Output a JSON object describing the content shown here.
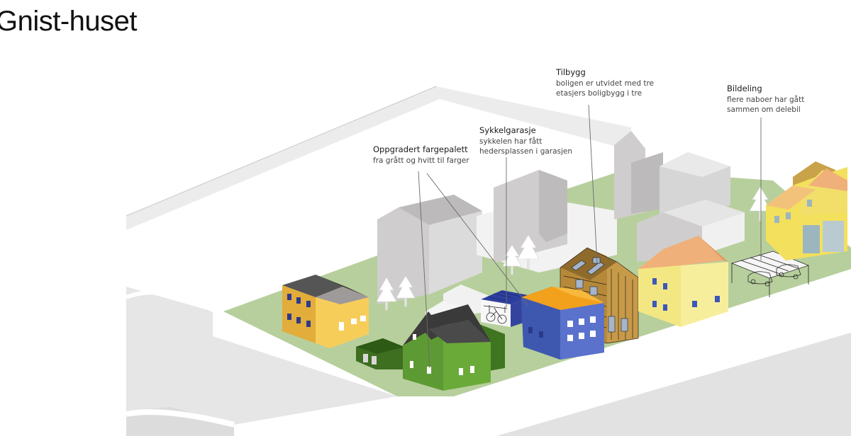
{
  "title": "Gnist-huset",
  "annotations": {
    "fargepalett": {
      "title": "Oppgradert fargepalett",
      "desc": [
        "fra grått og hvitt til farger"
      ]
    },
    "sykkelgarasje": {
      "title": "Sykkelgarasje",
      "desc": [
        "sykkelen har fått",
        "hedersplassen i garasjen"
      ]
    },
    "tilbygg": {
      "title": "Tilbygg",
      "desc": [
        "boligen er utvidet med tre",
        "etasjers boligbygg i tre"
      ]
    },
    "bildeling": {
      "title": "Bildeling",
      "desc": [
        "flere naboer har gått",
        "sammen om delebil"
      ]
    }
  },
  "colors": {
    "road": "#e5e5e5",
    "grass": "#b7cf9c",
    "grey_building": "#cfcdcd",
    "grey_shade": "#b9b7b7",
    "ochre_house": "#e2ad3a",
    "green_house": "#4f8a2a",
    "blue_house": "#4d67c2",
    "orange_roof": "#f2a11c",
    "yellow_house": "#f3e784",
    "peach_roof": "#f0b07a",
    "wood_annex": "#b6893a",
    "roof_dark": "#4a4a4a"
  }
}
